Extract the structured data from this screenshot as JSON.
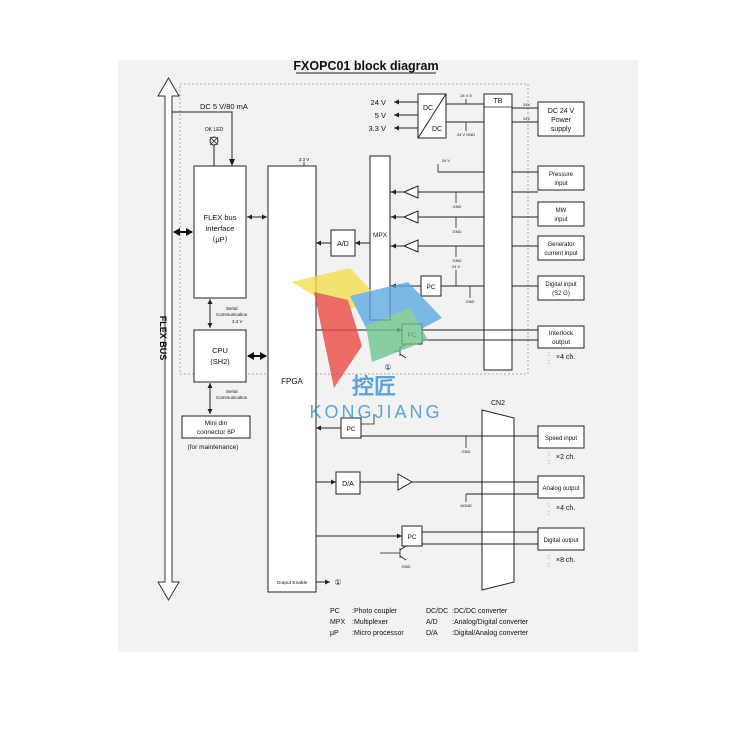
{
  "title": "FXOPC01 block diagram",
  "flex_bus_label": "FLEX BUS",
  "power": {
    "dc_input_label": "DC 5 V/80 mA",
    "ok_led": "OK LED",
    "v24": "24 V",
    "v5": "5 V",
    "v33": "3.3 V",
    "dcdc_top": "DC",
    "dcdc_bottom": "DC",
    "tb": "TB",
    "supply_line1": "DC 24 V",
    "supply_line2": "Power",
    "supply_line3": "supply",
    "p24v": "24 V 5",
    "gnd24": "24 V GND",
    "tag24v": "24V",
    "tag0v": "24V",
    "fpga_3v": "3.3 V"
  },
  "blocks": {
    "flex_line1": "FLEX bus",
    "flex_line2": "interface",
    "flex_line3": "（μP）",
    "cpu_line1": "CPU",
    "cpu_line2": "(SH2)",
    "serial1": "Serial",
    "comm1": "Communication",
    "serial2": "Serial",
    "comm2": "Communication",
    "cpu_3v": "3.3 V",
    "mini_line1": "Mini din",
    "mini_line2": "connector 6P",
    "maintenance": "(for maintenance)",
    "fpga": "FPGA",
    "output_enable": "Output Enable",
    "mpx": "MPX",
    "ad": "A/D",
    "da": "D/A",
    "pc1": "PC",
    "pc2": "PC",
    "pc3": "PC",
    "pc4": "PC",
    "cn2": "CN2",
    "circle1": "①",
    "circle2": "①"
  },
  "io": {
    "pressure1": "Pressure",
    "pressure2": "input",
    "mw1": "MW",
    "mw2": "input",
    "gen1": "Generator",
    "gen2": "current input",
    "digin1": "Digital input",
    "digin2": "(S2 G)",
    "interlock1": "Interlock",
    "interlock2": "output",
    "interlock_ch": "×4 ch.",
    "speed": "Speed input",
    "speed_ch": "×2 ch.",
    "analog": "Analog output",
    "analog_ch": "×4 ch.",
    "digout": "Digital output",
    "digout_ch": "×8 ch.",
    "gnd": "GND",
    "agnd": "AGND",
    "v24small": "24 V"
  },
  "legend": [
    {
      "abbr": "PC",
      "desc": ":Photo coupler"
    },
    {
      "abbr": "MPX",
      "desc": ":Multiplexer"
    },
    {
      "abbr": "μP",
      "desc": ":Micro processor"
    },
    {
      "abbr": "DC/DC",
      "desc": ":DC/DC converter"
    },
    {
      "abbr": "A/D",
      "desc": ":Analog/Digital converter"
    },
    {
      "abbr": "D/A",
      "desc": ":Digital/Analog converter"
    }
  ],
  "watermark": {
    "cn": "控匠",
    "en": "KONGJIANG"
  },
  "colors": {
    "wm_yellow": "#f3e04a",
    "wm_red": "#e8473d",
    "wm_blue": "#5aa8e0",
    "wm_green": "#6cc48a",
    "wm_text": "#2f8fd3"
  }
}
